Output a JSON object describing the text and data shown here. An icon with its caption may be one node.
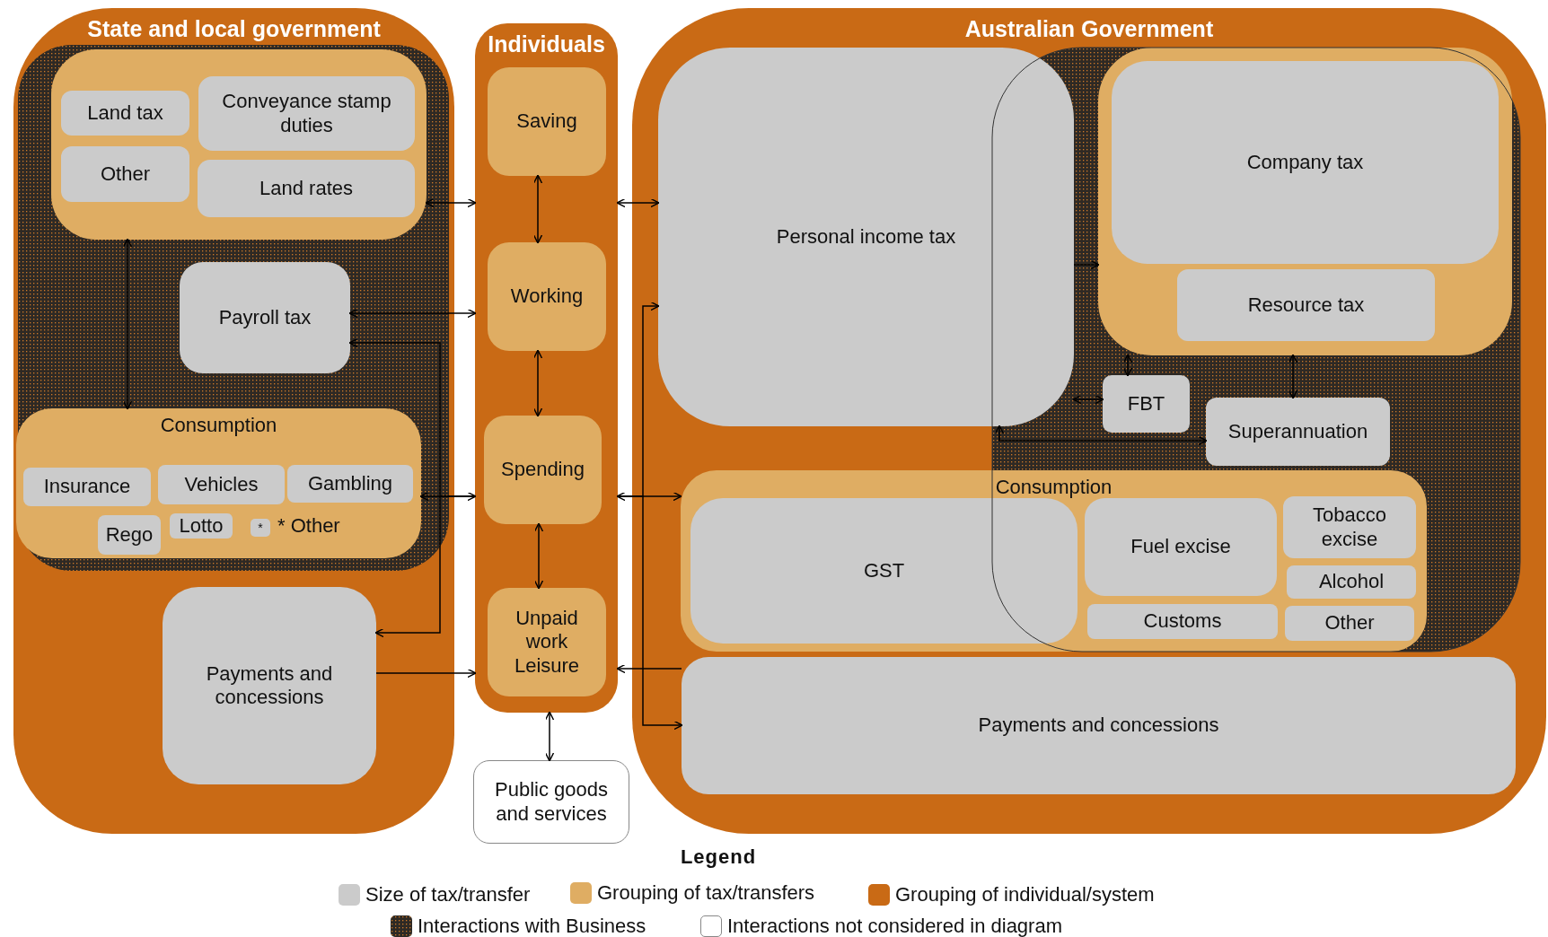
{
  "diagram": {
    "nodes": [
      {
        "text": [
          "State and local government"
        ]
      },
      {
        "text": [],
        "shape": "box",
        "in": 0
      },
      {
        "text": [
          "Land tax"
        ],
        "in": 1
      },
      {
        "text": [
          "Conveyance stamp duties"
        ],
        "in": 1
      },
      {
        "text": [
          "Other"
        ],
        "in": 1
      },
      {
        "text": [
          "Land rates"
        ],
        "in": 1
      },
      {
        "text": [
          "Payroll tax"
        ],
        "in": 0
      },
      {
        "text": [
          "Consumption"
        ],
        "in": 0
      },
      {
        "text": [
          "Insurance"
        ],
        "in": 7
      },
      {
        "text": [
          "Vehicles"
        ],
        "in": 7
      },
      {
        "text": [
          "Gambling"
        ],
        "in": 7
      },
      {
        "text": [
          "Rego"
        ],
        "in": 7
      },
      {
        "text": [
          "Lotto"
        ],
        "in": 7
      },
      {
        "text": [
          "*"
        ],
        "beside": [
          "* Other"
        ],
        "in": 7
      },
      {
        "text": [
          "Payments and concessions"
        ],
        "in": 0
      },
      {
        "text": [
          "Individuals"
        ]
      },
      {
        "text": [
          "Saving"
        ],
        "in": 15
      },
      {
        "text": [
          "Working"
        ],
        "in": 15
      },
      {
        "text": [
          "Spending"
        ],
        "in": 15
      },
      {
        "text": [
          "Unpaid work Leisure"
        ],
        "in": 15
      },
      {
        "text": [
          "Public goods and services"
        ]
      },
      {
        "text": [
          "Australian Government"
        ]
      },
      {
        "text": [
          "Personal income tax"
        ],
        "in": 21
      },
      {
        "text": [],
        "shape": "box",
        "in": 21
      },
      {
        "text": [
          "Company tax"
        ],
        "in": 23
      },
      {
        "text": [
          "Resource tax"
        ],
        "in": 23
      },
      {
        "text": [
          "FBT"
        ],
        "in": 21
      },
      {
        "text": [
          "Superannuation"
        ],
        "in": 21
      },
      {
        "text": [
          "Consumption"
        ],
        "in": 21
      },
      {
        "text": [
          "GST"
        ],
        "in": 28
      },
      {
        "text": [
          "Fuel excise"
        ],
        "in": 28
      },
      {
        "text": [
          "Tobacco excise"
        ],
        "in": 28
      },
      {
        "text": [
          "Alcohol"
        ],
        "in": 28
      },
      {
        "text": [
          "Customs"
        ],
        "in": 28
      },
      {
        "text": [
          "Other"
        ],
        "in": 28
      },
      {
        "text": [
          "Payments and concessions"
        ],
        "in": 21
      }
    ],
    "edges": [
      {
        "from": 1,
        "to": 15,
        "arrow": "both"
      },
      {
        "from": 16,
        "to": 17,
        "arrow": "both"
      },
      {
        "from": 17,
        "to": 18,
        "arrow": "both"
      },
      {
        "from": 18,
        "to": 19,
        "arrow": "both"
      },
      {
        "from": 15,
        "to": 20,
        "arrow": "both"
      },
      {
        "from": 1,
        "to": 7,
        "arrow": "both"
      },
      {
        "from": 6,
        "to": 15,
        "arrow": "both"
      },
      {
        "from": 7,
        "to": 15,
        "arrow": "both"
      },
      {
        "from": 15,
        "to": 6,
        "arrow": "to"
      },
      {
        "from": 15,
        "to": 14,
        "arrow": "to"
      },
      {
        "from": 14,
        "to": 15,
        "arrow": "to"
      },
      {
        "from": 15,
        "to": 22,
        "arrow": "both"
      },
      {
        "from": 15,
        "to": 28,
        "arrow": "both"
      },
      {
        "from": 15,
        "to": 22,
        "arrow": "to"
      },
      {
        "from": 15,
        "to": 35,
        "arrow": "to"
      },
      {
        "from": 35,
        "to": 15,
        "arrow": "to"
      },
      {
        "from": 22,
        "to": 23,
        "arrow": "to"
      },
      {
        "from": 22,
        "to": 26,
        "arrow": "both"
      },
      {
        "from": 23,
        "to": 26,
        "arrow": "both"
      },
      {
        "from": 23,
        "to": 27,
        "arrow": "both"
      },
      {
        "from": 22,
        "to": 27,
        "arrow": "both"
      }
    ],
    "labels": [
      "Legend"
    ],
    "legend": [
      {
        "text": "Size of tax/transfer",
        "color": "#cbcbcb"
      },
      {
        "text": "Grouping of tax/transfers",
        "color": "#dfad63"
      },
      {
        "text": "Grouping of individual/system",
        "color": "#c96a15"
      },
      {
        "text": "Interactions with Business"
      },
      {
        "text": "Interactions not considered in diagram",
        "color": "#ffffff"
      }
    ]
  }
}
